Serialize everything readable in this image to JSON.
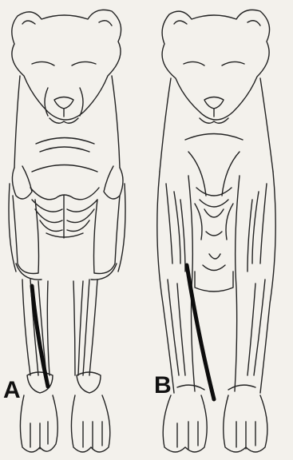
{
  "figure": {
    "panels": [
      {
        "label": "A",
        "view": "skeleton-front"
      },
      {
        "label": "B",
        "view": "muscles-front"
      }
    ],
    "colors": {
      "paper": "#f3f1ec",
      "ink": "#222222",
      "highlight_line": "#0d0d0d"
    }
  }
}
